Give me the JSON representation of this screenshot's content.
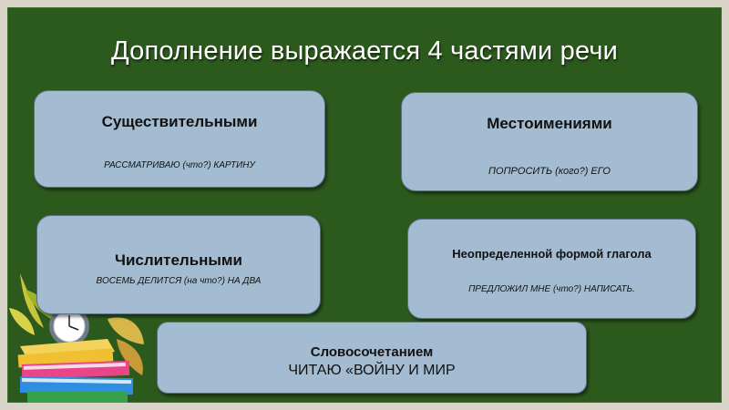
{
  "title": "Дополнение выражается 4 частями речи",
  "cards": [
    {
      "heading": "Существительными",
      "example": "РАССМАТРИВАЮ (что?) КАРТИНУ"
    },
    {
      "heading": "Местоимениями",
      "example": "ПОПРОСИТЬ (кого?) ЕГО"
    },
    {
      "heading": "Числительными",
      "example": "ВОСЕМЬ ДЕЛИТСЯ (на что?) НА ДВА"
    },
    {
      "heading": "Неопределенной формой глагола",
      "example": "ПРЕДЛОЖИЛ МНЕ (что?) НАПИСАТЬ."
    },
    {
      "heading": "Словосочетанием",
      "example": "ЧИТАЮ «ВОЙНУ И МИР"
    }
  ],
  "colors": {
    "board": "#2c5a1d",
    "card": "#a4bcd2",
    "frame": "#d9d4c8"
  },
  "decoration": [
    "alarm-clock-icon",
    "book-stack-icon",
    "leaves-icon"
  ]
}
